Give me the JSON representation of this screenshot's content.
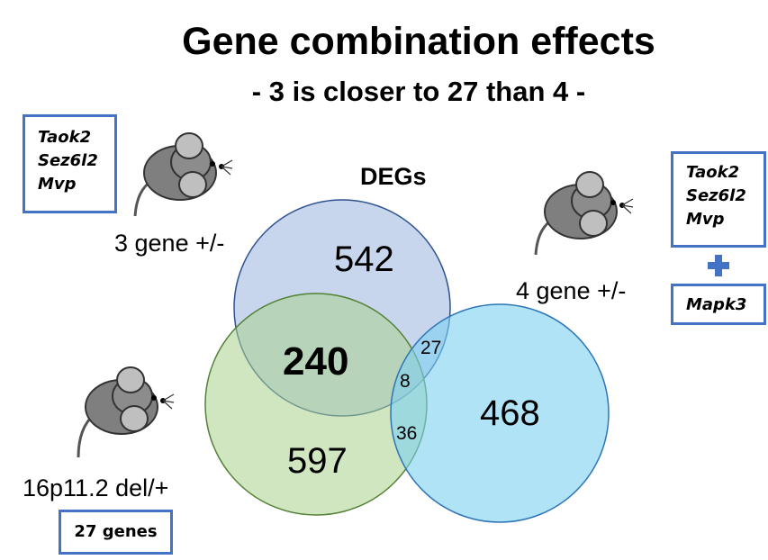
{
  "title": "Gene combination effects",
  "subtitle": "- 3 is closer to 27 than 4 -",
  "degs_label": "DEGs",
  "groups": {
    "three_gene": {
      "label": "3 gene +/-",
      "genes": [
        "Taok2",
        "Sez6l2",
        "Mvp"
      ]
    },
    "four_gene": {
      "label": "4 gene +/-",
      "genes": [
        "Taok2",
        "Sez6l2",
        "Mvp"
      ],
      "extra_gene": "Mapk3"
    },
    "deletion": {
      "label": "16p11.2 del/+",
      "genes_box": "27 genes"
    }
  },
  "venn": {
    "three_only": "542",
    "three_del": "240",
    "three_four": "27",
    "all_three": "8",
    "del_four": "36",
    "del_only": "597",
    "four_only": "468"
  },
  "colors": {
    "accent": "#4472c4",
    "three_circle": "#b4c7e7",
    "del_circle": "#c5e0b4",
    "four_circle": "#9dd9f3"
  }
}
